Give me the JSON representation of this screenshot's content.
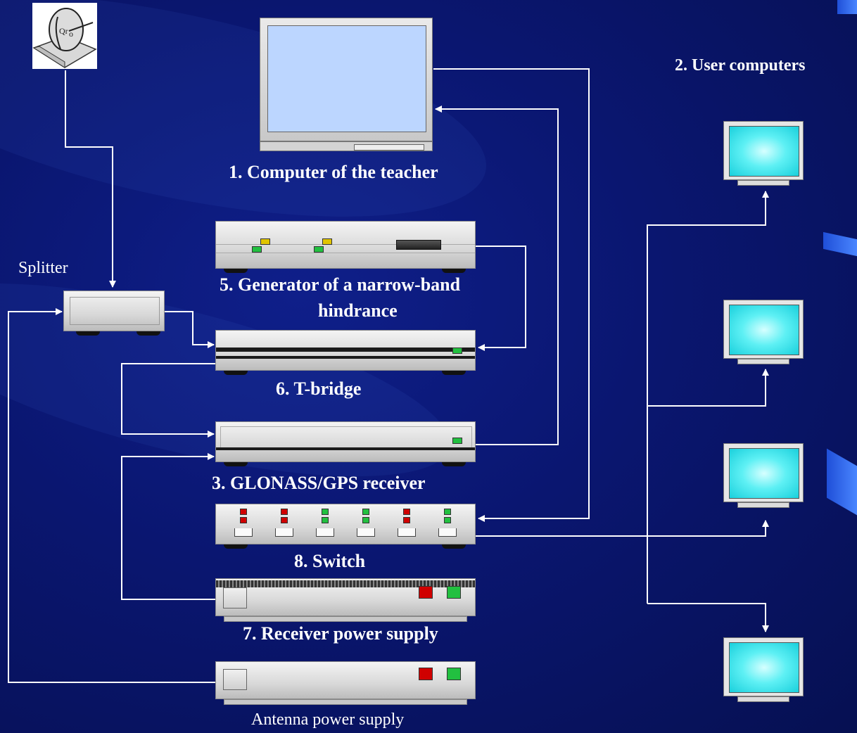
{
  "labels": {
    "teacher": "1. Computer of the teacher",
    "users": "2. User computers",
    "generator": "5. Generator of a narrow-band hindrance",
    "generator_line1": "5. Generator of a narrow-band",
    "generator_line2": "hindrance",
    "tbridge": "6. T-bridge",
    "receiver": "3. GLONASS/GPS receiver",
    "switch": "8. Switch",
    "rx_power": "7. Receiver power supply",
    "ant_power": "Antenna power supply",
    "splitter": "Splitter"
  },
  "icons": {
    "antenna": "satellite-dish-icon",
    "teacher_monitor": "monitor-icon",
    "user_monitor": "monitor-icon"
  },
  "colors": {
    "background": "#0a1670",
    "wire": "#ffffff",
    "led_green": "#22c040",
    "led_red": "#d00000",
    "led_yellow": "#e0c400",
    "screen_cyan": "#5ef0f4"
  },
  "switch_leds": [
    {
      "top": "red",
      "bottom": "red"
    },
    {
      "top": "red",
      "bottom": "red"
    },
    {
      "top": "green",
      "bottom": "green"
    },
    {
      "top": "green",
      "bottom": "green"
    },
    {
      "top": "red",
      "bottom": "red"
    },
    {
      "top": "green",
      "bottom": "green"
    }
  ]
}
